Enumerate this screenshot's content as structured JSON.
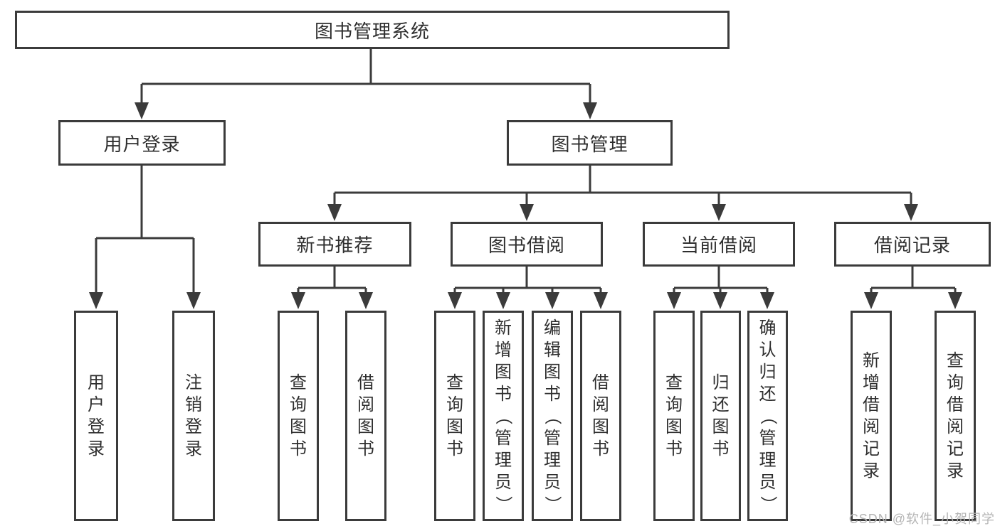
{
  "diagram_title": "图书管理系统",
  "nodes": {
    "root": "图书管理系统",
    "level2": [
      "用户登录",
      "图书管理"
    ],
    "level3": [
      "新书推荐",
      "图书借阅",
      "当前借阅",
      "借阅记录"
    ],
    "leaves": [
      "用户登录",
      "注销登录",
      "查询图书",
      "借阅图书",
      "查询图书",
      "新增图书（管理员）",
      "编辑图书（管理员）",
      "借阅图书",
      "查询图书",
      "归还图书",
      "确认归还（管理员）",
      "新增借阅记录",
      "查询借阅记录"
    ]
  },
  "watermark": "CSDN @软件_小贺同学",
  "colors": {
    "line": "#3b3b3b",
    "text": "#2e2e2e",
    "watermark": "#b4b4b4",
    "background": "#ffffff"
  }
}
